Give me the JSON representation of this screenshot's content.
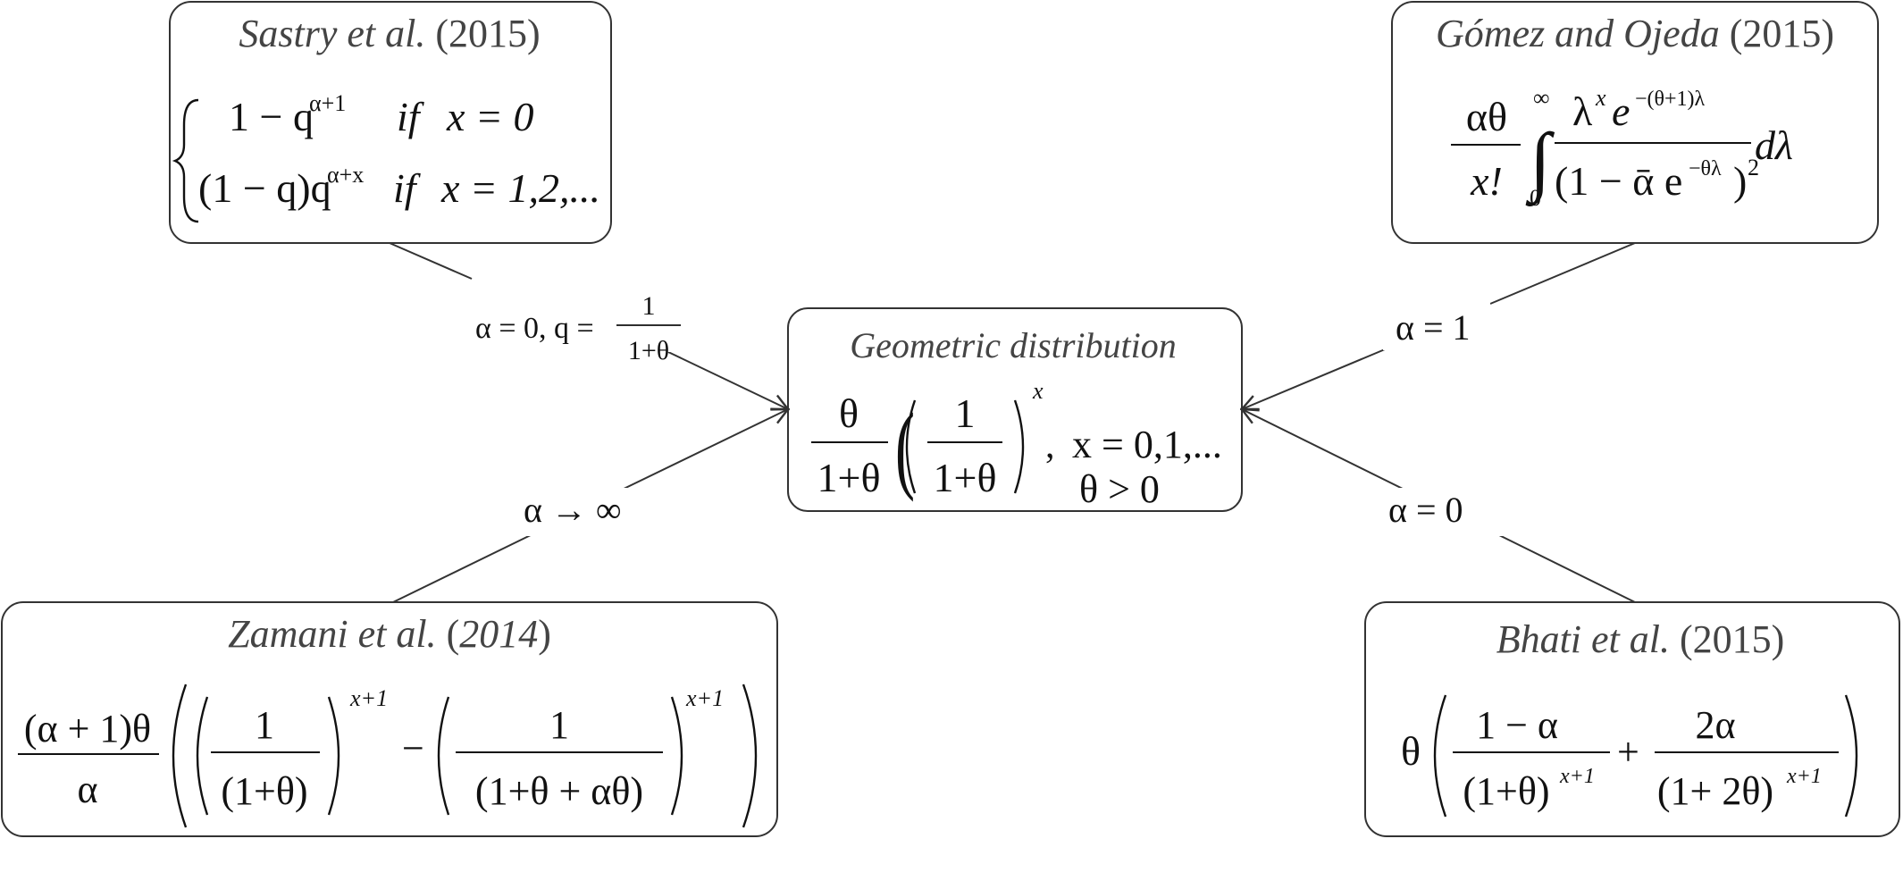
{
  "center": {
    "title": "Geometric distribution",
    "formula": {
      "num1": "θ",
      "den1": "1+θ",
      "num2": "1",
      "den2": "1+θ",
      "power": "x",
      "support": "x = 0,1,...",
      "constraint": "θ > 0",
      "comma": ","
    }
  },
  "sastry": {
    "author": "Sastry et al.",
    "year": "(2015)",
    "row1": {
      "expr": "1 − q",
      "power": "α+1",
      "cond": "if",
      "val": "x = 0"
    },
    "row2": {
      "expr": "(1 − q)q",
      "power": "α+x",
      "cond": "if",
      "val": "x = 1,2,..."
    }
  },
  "gomez": {
    "author": "Gómez and Ojeda",
    "year": "(2015)",
    "frac_num": "αθ",
    "frac_den": "x!",
    "int_upper": "∞",
    "int_lower": "0",
    "num": "λ",
    "num_sup": "x",
    "num_e": "e",
    "num_e_sup": "−(θ+1)λ",
    "den": "(1 − ᾱ e",
    "den_e_sup": "−θλ",
    "den_close": ")",
    "den_sq": "2",
    "dlambda": "dλ"
  },
  "zamani": {
    "author": "Zamani et al.",
    "year_open": "(",
    "year": "2014",
    "year_close": ")",
    "lead_num": "(α + 1)θ",
    "lead_den": "α",
    "t1_num": "1",
    "t1_den": "(1+θ)",
    "t1_pow": "x+1",
    "minus": "−",
    "t2_num": "1",
    "t2_den": "(1+θ + αθ)",
    "t2_pow": "x+1"
  },
  "bhati": {
    "author": "Bhati et al.",
    "year": "(2015)",
    "lead": "θ",
    "f1_num": "1 − α",
    "f1_den": "(1+θ)",
    "f1_pow": "x+1",
    "plus": "+",
    "f2_num": "2α",
    "f2_den": "(1+ 2θ)",
    "f2_pow": "x+1"
  },
  "edges": {
    "sastry": {
      "label": "α = 0, q =",
      "frac_num": "1",
      "frac_den": "1+θ"
    },
    "gomez": {
      "label": "α = 1"
    },
    "zamani": {
      "label": "α → ∞"
    },
    "bhati": {
      "label": "α = 0"
    }
  }
}
